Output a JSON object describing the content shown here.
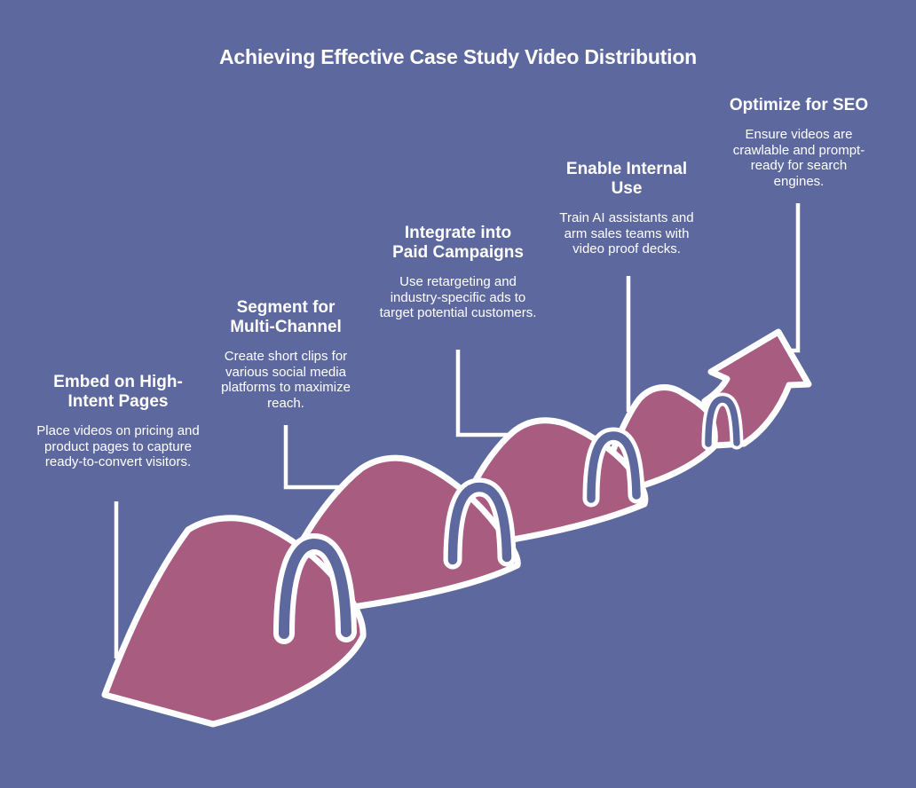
{
  "title": "Achieving Effective Case Study Video Distribution",
  "colors": {
    "background": "#5d689e",
    "ribbon": "#a75c80",
    "outline": "#ffffff",
    "text": "#ffffff"
  },
  "steps": [
    {
      "heading": "Embed on High-Intent Pages",
      "description": "Place videos on pricing and product pages to capture ready-to-convert visitors."
    },
    {
      "heading": "Segment for Multi-Channel",
      "description": "Create short clips for various social media platforms to maximize reach."
    },
    {
      "heading": "Integrate into Paid Campaigns",
      "description": "Use retargeting and industry-specific ads to target potential customers."
    },
    {
      "heading": "Enable Internal Use",
      "description": "Train AI assistants and arm sales teams with video proof decks."
    },
    {
      "heading": "Optimize for SEO",
      "description": "Ensure videos are crawlable and prompt-ready for search engines."
    }
  ]
}
